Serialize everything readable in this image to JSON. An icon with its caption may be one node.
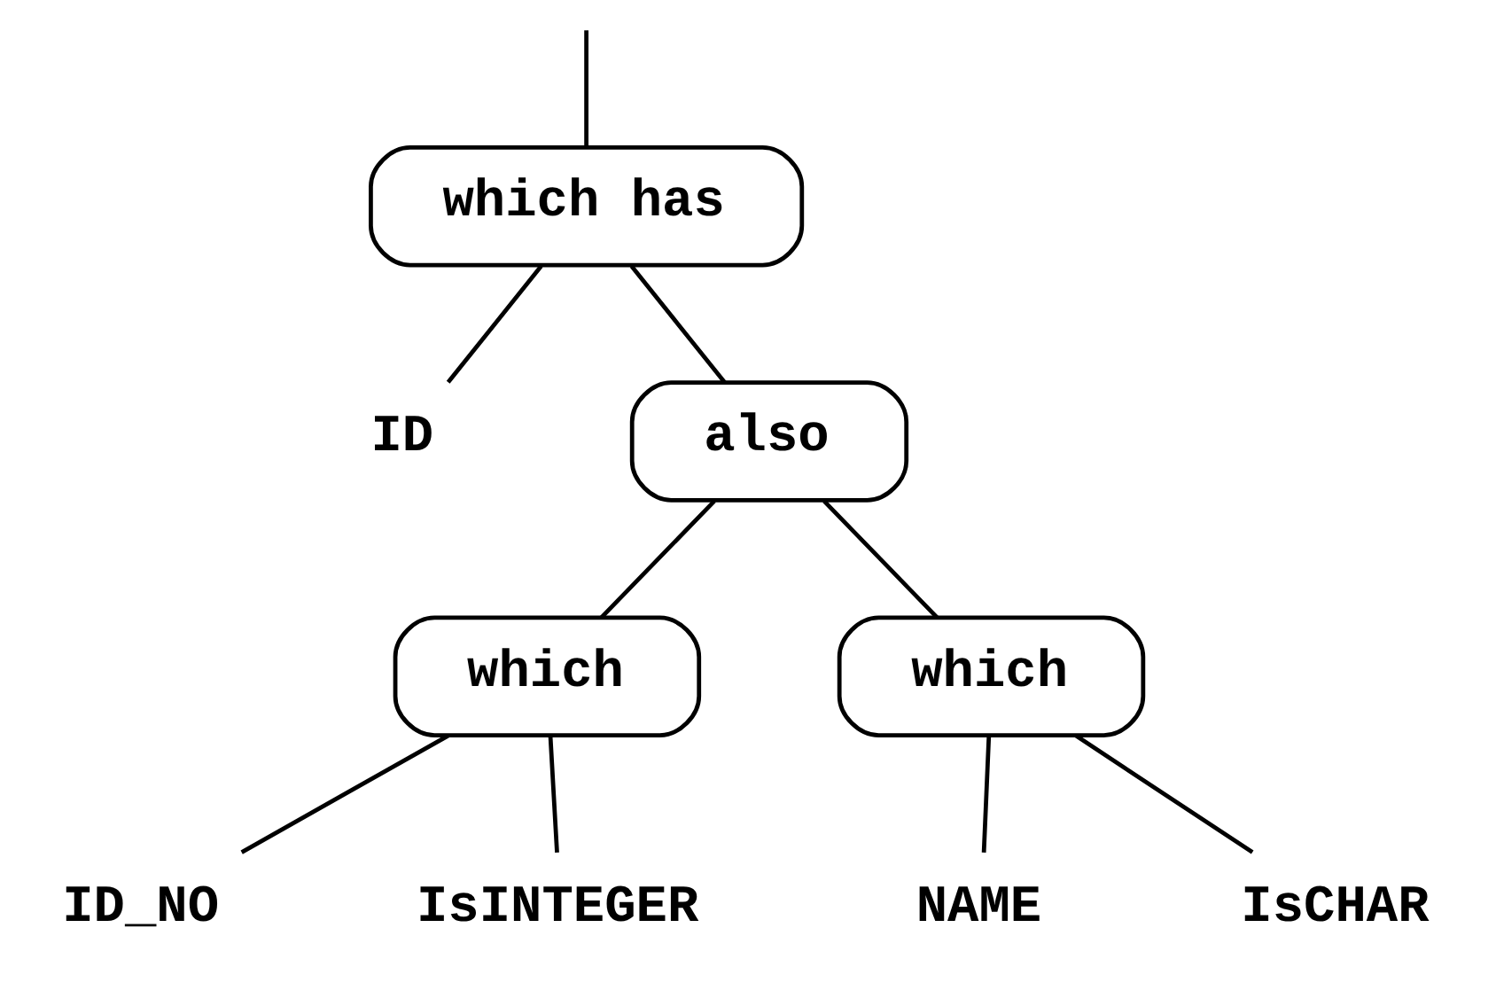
{
  "diagram": {
    "nodes": [
      {
        "text": [
          "which has"
        ]
      },
      {
        "text": [
          "ID"
        ]
      },
      {
        "text": [
          "also"
        ]
      },
      {
        "text": [
          "which"
        ]
      },
      {
        "text": [
          "which"
        ]
      },
      {
        "text": [
          "ID_NO"
        ]
      },
      {
        "text": [
          "IsINTEGER"
        ]
      },
      {
        "text": [
          "NAME"
        ]
      },
      {
        "text": [
          "IsCHAR"
        ]
      }
    ],
    "edges": [
      {
        "from": null,
        "to": 0,
        "arrow": "none"
      },
      {
        "from": 0,
        "to": 1,
        "arrow": "none"
      },
      {
        "from": 0,
        "to": 2,
        "arrow": "none"
      },
      {
        "from": 2,
        "to": 3,
        "arrow": "none"
      },
      {
        "from": 2,
        "to": 4,
        "arrow": "none"
      },
      {
        "from": 3,
        "to": 5,
        "arrow": "none"
      },
      {
        "from": 3,
        "to": 6,
        "arrow": "none"
      },
      {
        "from": 4,
        "to": 7,
        "arrow": "none"
      },
      {
        "from": 4,
        "to": 8,
        "arrow": "none"
      }
    ]
  }
}
